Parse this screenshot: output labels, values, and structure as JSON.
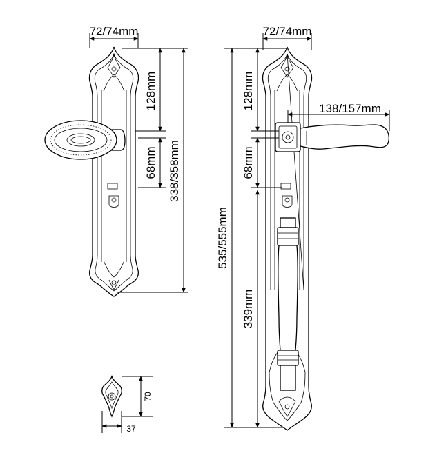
{
  "left_plate": {
    "width_label": "72/74mm",
    "dim_128_label": "128mm",
    "dim_68_label": "68mm",
    "height_label": "338/358mm"
  },
  "right_plate": {
    "width_label": "72/74mm",
    "dim_128_label": "128mm",
    "dim_68_label": "68mm",
    "lever_label": "138/157mm",
    "overall_label": "535/555mm",
    "handle_label": "339mm"
  },
  "rosette": {
    "height_label": "70",
    "width_label": "37"
  },
  "colors": {
    "line": "#000000",
    "background": "#ffffff"
  }
}
